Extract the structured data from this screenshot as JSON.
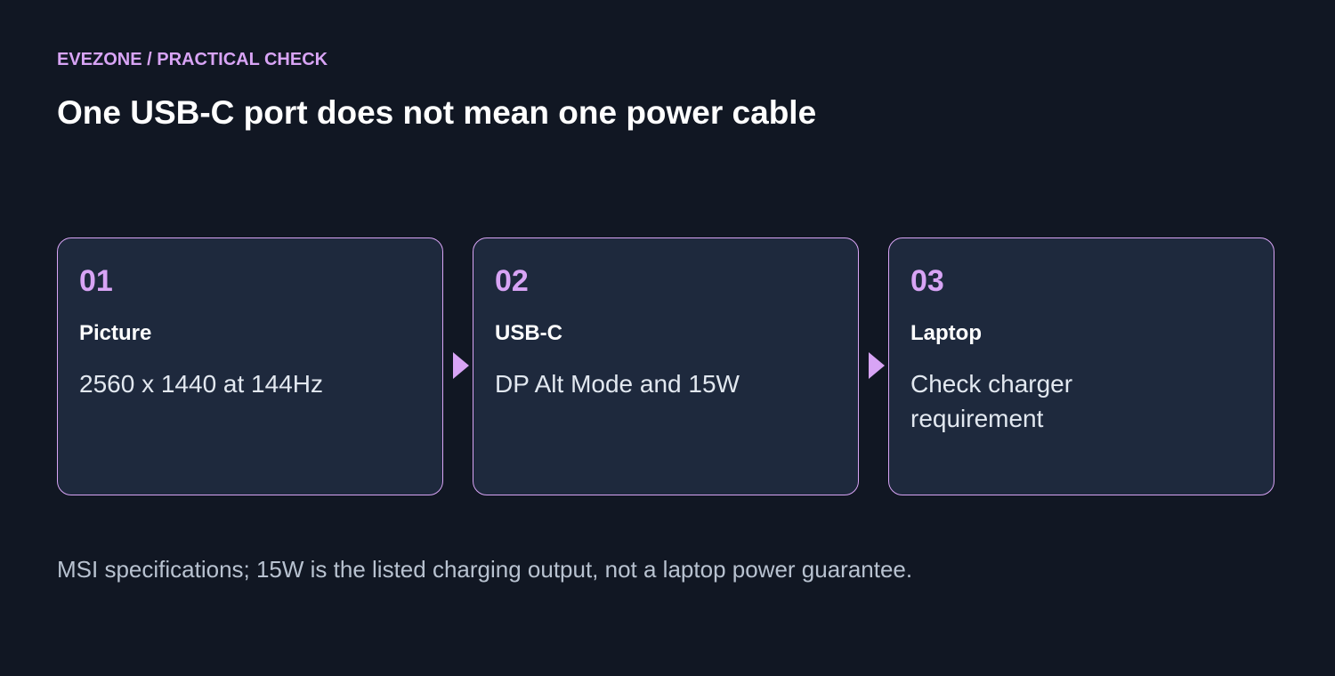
{
  "header": {
    "kicker": "EVEZONE / PRACTICAL CHECK",
    "title": "One USB-C port does not mean one power cable"
  },
  "steps": [
    {
      "number": "01",
      "label": "Picture",
      "description": "2560 x 1440 at 144Hz"
    },
    {
      "number": "02",
      "label": "USB-C",
      "description": "DP Alt Mode and 15W"
    },
    {
      "number": "03",
      "label": "Laptop",
      "description": "Check charger requirement"
    }
  ],
  "footer": {
    "note": "MSI specifications; 15W is the listed charging output, not a laptop power guarantee."
  },
  "colors": {
    "background": "#111723",
    "card_background": "#1e293d",
    "accent": "#d8a4f5",
    "title": "#ffffff",
    "body_text": "#e2e8f0",
    "muted_text": "#b8c2d0"
  }
}
